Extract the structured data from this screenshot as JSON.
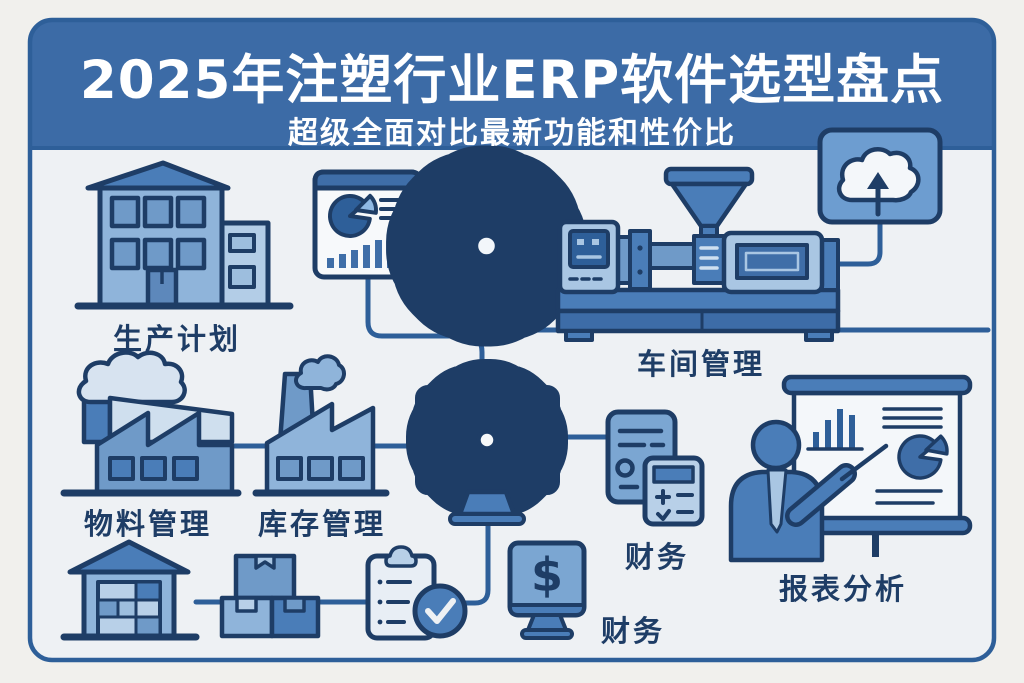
{
  "header": {
    "title": "2025年注塑行业ERP软件选型盘点",
    "subtitle": "超级全面对比最新功能和性价比"
  },
  "labels": {
    "production_planning": "生产计划",
    "workshop_management": "车间管理",
    "material_management": "物料管理",
    "inventory_management": "库存管理",
    "finance_documents": "财务",
    "report_analysis": "报表分析",
    "finance_monitor": "财务",
    "dollar_sign": "$"
  },
  "icons": [
    "office-building-icon",
    "analytics-window-icon",
    "gear-box-icon",
    "injection-molding-machine-icon",
    "cloud-upload-icon",
    "factory-smoke-icon",
    "factory-chimney-icon",
    "erp-monitor-gear-icon",
    "invoice-calculator-icon",
    "presenter-whiteboard-icon",
    "warehouse-icon",
    "shipping-boxes-icon",
    "checklist-clipboard-icon",
    "finance-monitor-icon"
  ],
  "colors": {
    "page_bg": "#f1f0ed",
    "card_bg": "#eef1f4",
    "card_border": "#2e5f99",
    "header_bg": "#3c6ba6",
    "title_color": "#ffffff",
    "outline": "#1e3d66",
    "label_color": "#1e3d66",
    "connector": "#2e5f99",
    "fill_dark": "#2e5f99",
    "fill_medium": "#4a7db8",
    "fill_mid_light": "#6f9ac8",
    "fill_light": "#a9c6e3",
    "fill_pale": "#dfe8f3"
  }
}
